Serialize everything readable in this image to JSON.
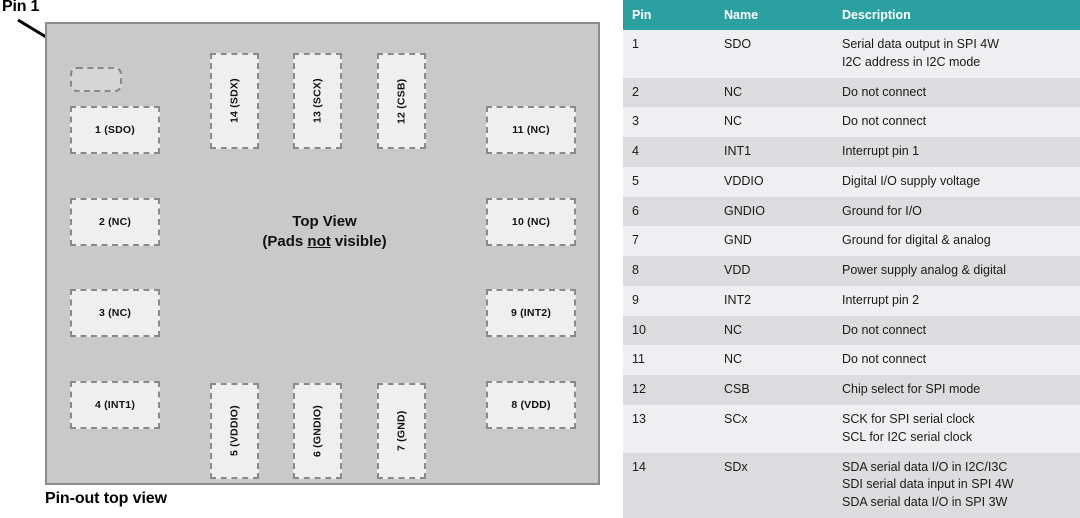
{
  "diagram": {
    "pin1_callout": "Pin 1",
    "caption": "Pin-out top view",
    "center_note_line1": "Top View",
    "center_note_line2_pre": "(Pads ",
    "center_note_line2_underlined": "not",
    "center_note_line2_post": " visible)",
    "package_fill": "#c9c9c9",
    "pad_fill": "#efefef",
    "pad_border": "#8a8a8a",
    "pads": [
      {
        "id": "pin-1",
        "label": "1 (SDO)",
        "orientation": "horizontal"
      },
      {
        "id": "pin-2",
        "label": "2 (NC)",
        "orientation": "horizontal"
      },
      {
        "id": "pin-3",
        "label": "3 (NC)",
        "orientation": "horizontal"
      },
      {
        "id": "pin-4",
        "label": "4 (INT1)",
        "orientation": "horizontal"
      },
      {
        "id": "pin-5",
        "label": "5 (VDDIO)",
        "orientation": "vertical"
      },
      {
        "id": "pin-6",
        "label": "6 (GNDIO)",
        "orientation": "vertical"
      },
      {
        "id": "pin-7",
        "label": "7 (GND)",
        "orientation": "vertical"
      },
      {
        "id": "pin-8",
        "label": "8 (VDD)",
        "orientation": "horizontal"
      },
      {
        "id": "pin-9",
        "label": "9 (INT2)",
        "orientation": "horizontal"
      },
      {
        "id": "pin-10",
        "label": "10 (NC)",
        "orientation": "horizontal"
      },
      {
        "id": "pin-11",
        "label": "11 (NC)",
        "orientation": "horizontal"
      },
      {
        "id": "pin-12",
        "label": "12 (CSB)",
        "orientation": "vertical"
      },
      {
        "id": "pin-13",
        "label": "13 (SCX)",
        "orientation": "vertical"
      },
      {
        "id": "pin-14",
        "label": "14 (SDX)",
        "orientation": "vertical"
      }
    ]
  },
  "table": {
    "header_color": "#2aa0a0",
    "row_color_odd": "#efeff1",
    "row_color_even": "#dcdcde",
    "headers": {
      "pin": "Pin",
      "name": "Name",
      "description": "Description"
    },
    "rows": [
      {
        "pin": "1",
        "name": "SDO",
        "description": [
          "Serial data output in SPI 4W",
          "I2C address in I2C mode"
        ]
      },
      {
        "pin": "2",
        "name": "NC",
        "description": [
          "Do not connect"
        ]
      },
      {
        "pin": "3",
        "name": "NC",
        "description": [
          "Do not connect"
        ]
      },
      {
        "pin": "4",
        "name": "INT1",
        "description": [
          "Interrupt pin 1"
        ]
      },
      {
        "pin": "5",
        "name": "VDDIO",
        "description": [
          "Digital I/O supply voltage"
        ]
      },
      {
        "pin": "6",
        "name": "GNDIO",
        "description": [
          "Ground for I/O"
        ]
      },
      {
        "pin": "7",
        "name": "GND",
        "description": [
          "Ground for digital & analog"
        ]
      },
      {
        "pin": "8",
        "name": "VDD",
        "description": [
          "Power supply analog & digital"
        ]
      },
      {
        "pin": "9",
        "name": "INT2",
        "description": [
          "Interrupt pin 2"
        ]
      },
      {
        "pin": "10",
        "name": "NC",
        "description": [
          "Do not connect"
        ]
      },
      {
        "pin": "11",
        "name": "NC",
        "description": [
          "Do not connect"
        ]
      },
      {
        "pin": "12",
        "name": "CSB",
        "description": [
          "Chip select for SPI mode"
        ]
      },
      {
        "pin": "13",
        "name": "SCx",
        "description": [
          "SCK for SPI serial clock",
          "SCL for I2C serial clock"
        ]
      },
      {
        "pin": "14",
        "name": "SDx",
        "description": [
          "SDA serial data I/O in I2C/I3C",
          "SDI serial data input in SPI 4W",
          "SDA serial data I/O in SPI 3W"
        ]
      }
    ]
  }
}
